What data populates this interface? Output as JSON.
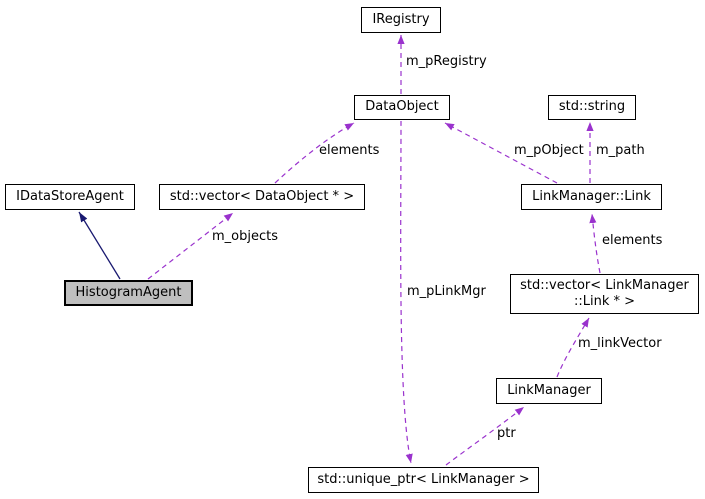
{
  "diagram_type": "collaboration-graph",
  "colors": {
    "edge_usage": "#9a32cd",
    "edge_inherit": "#191970",
    "node_border": "#000000",
    "node_fill": "#ffffff",
    "highlight_fill": "#bfbfbf",
    "text": "#000000",
    "background": "#ffffff"
  },
  "nodes": {
    "iregistry": {
      "label": "IRegistry"
    },
    "dataobject": {
      "label": "DataObject"
    },
    "std_string": {
      "label": "std::string"
    },
    "idatastoreagent": {
      "label": "IDataStoreAgent"
    },
    "vector_dataobject": {
      "label": "std::vector< DataObject * >"
    },
    "linkmanager_link": {
      "label": "LinkManager::Link"
    },
    "histogramagent": {
      "label": "HistogramAgent"
    },
    "vector_linkmanager_link": {
      "lines": [
        "std::vector< LinkManager",
        "::Link * >"
      ]
    },
    "linkmanager": {
      "label": "LinkManager"
    },
    "unique_ptr_linkmanager": {
      "label": "std::unique_ptr< LinkManager >"
    }
  },
  "edges": [
    {
      "from": "DataObject",
      "to": "IRegistry",
      "label": "m_pRegistry",
      "type": "usage"
    },
    {
      "from": "std::vector< DataObject * >",
      "to": "DataObject",
      "label": "elements",
      "type": "usage"
    },
    {
      "from": "LinkManager::Link",
      "to": "DataObject",
      "label": "m_pObject",
      "type": "usage"
    },
    {
      "from": "LinkManager::Link",
      "to": "std::string",
      "label": "m_path",
      "type": "usage"
    },
    {
      "from": "HistogramAgent",
      "to": "IDataStoreAgent",
      "label": "",
      "type": "inheritance"
    },
    {
      "from": "HistogramAgent",
      "to": "std::vector< DataObject * >",
      "label": "m_objects",
      "type": "usage"
    },
    {
      "from": "std::vector< LinkManager::Link * >",
      "to": "LinkManager::Link",
      "label": "elements",
      "type": "usage"
    },
    {
      "from": "LinkManager",
      "to": "std::vector< LinkManager::Link * >",
      "label": "m_linkVector",
      "type": "usage"
    },
    {
      "from": "DataObject",
      "to": "std::unique_ptr< LinkManager >",
      "label": "m_pLinkMgr",
      "type": "usage"
    },
    {
      "from": "std::unique_ptr< LinkManager >",
      "to": "LinkManager",
      "label": "ptr",
      "type": "usage"
    }
  ]
}
